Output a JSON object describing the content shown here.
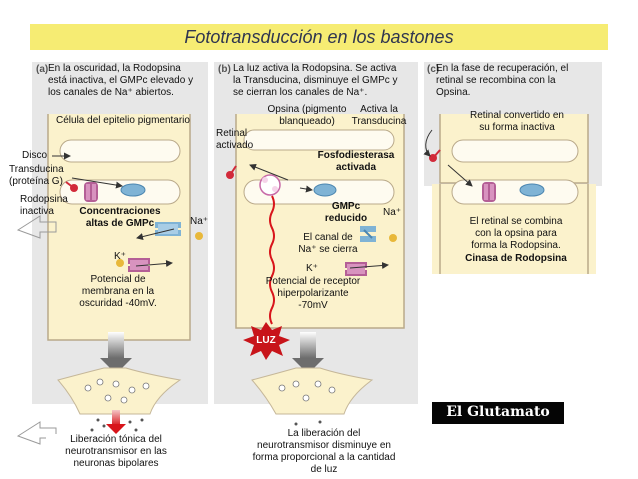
{
  "title": "Fototransducción en los bastones",
  "panels": {
    "a": {
      "letter": "(a)",
      "caption": [
        "En la oscuridad, la Rodopsina",
        "está inactiva, el GMPc elevado y",
        "los canales de Na⁺ abiertos."
      ],
      "epithelium": "Célula del epitelio pigmentario",
      "disco": "Disco",
      "transducina": [
        "Transducina",
        "(proteína G)"
      ],
      "rodopsina": [
        "Rodopsina",
        "inactiva"
      ],
      "concentraciones": [
        "Concentraciones",
        "altas de GMPc"
      ],
      "na": "Na⁺",
      "k": "K⁺",
      "potencial": [
        "Potencial de",
        "membrana en la",
        "oscuridad -40mV."
      ],
      "liberacion": [
        "Liberación tónica del",
        "neurotransmisor en las",
        "neuronas bipolares"
      ]
    },
    "b": {
      "letter": "(b)",
      "caption": [
        "La luz activa la Rodopsina. Se activa",
        "la Transducina, disminuye el GMPc  y",
        "se cierran los canales de Na⁺."
      ],
      "opsina": [
        "Opsina (pigmento",
        "blanqueado)"
      ],
      "activa": [
        "Activa la",
        "Transducina"
      ],
      "retinal": [
        "Retinal",
        "activado"
      ],
      "fosfo": [
        "Fosfodiesterasa",
        "activada"
      ],
      "gmpc": [
        "GMPc",
        "reducido"
      ],
      "canal": [
        "El canal de",
        "Na⁺ se cierra"
      ],
      "na": "Na⁺",
      "k": "K⁺",
      "potencial": [
        "Potencial de receptor",
        "hiperpolarizante",
        "-70mV"
      ],
      "luz": "LUZ",
      "liberacion": [
        "La liberación del",
        "neurotransmisor disminuye en",
        "forma proporcional a la cantidad",
        "de luz"
      ]
    },
    "c": {
      "letter": "(c)",
      "caption": [
        "En la fase de recuperación, el",
        "retinal se recombina con la",
        "Opsina."
      ],
      "retinal": [
        "Retinal convertido en",
        "su forma inactiva"
      ],
      "combina": [
        "El retinal se combina",
        "con la opsina para",
        "forma la Rodopsina."
      ],
      "cinasa": "Cinasa de Rodopsina"
    }
  },
  "glutamato": "El Glutamato",
  "colors": {
    "title_bg": "#f6ec73",
    "cell_fill": "#fbf2cc",
    "panel_bg": "#e7e7e7",
    "receptor_purple": "#b45f96",
    "channel_blue": "#7fb3d5",
    "arrow_red": "#d8151b",
    "luz_red": "#c8141a"
  }
}
